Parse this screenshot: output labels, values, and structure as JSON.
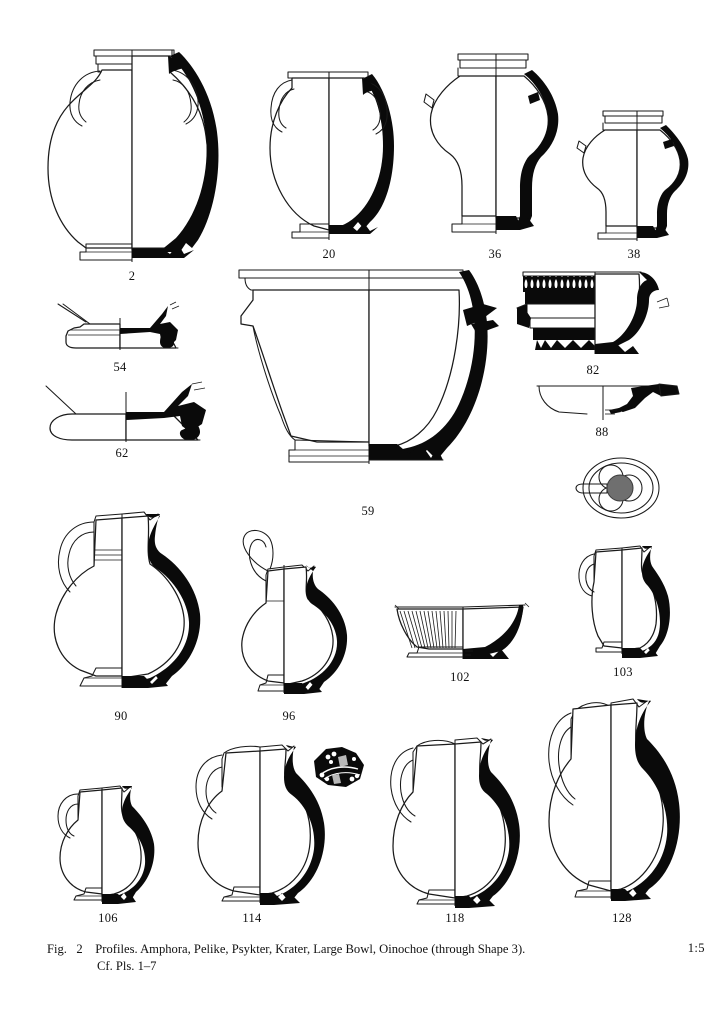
{
  "figure": {
    "number_prefix": "Fig.",
    "number": "2",
    "caption_line1": "Profiles. Amphora, Pelike, Psykter, Krater, Large Bowl, Oinochoe (through Shape 3).",
    "caption_line2": "Cf. Pls. 1–7",
    "scale": "1:5"
  },
  "vessels": [
    {
      "id": "v2",
      "label": "2",
      "shape": "amphora",
      "row": 1
    },
    {
      "id": "v20",
      "label": "20",
      "shape": "pelike",
      "row": 1
    },
    {
      "id": "v36",
      "label": "36",
      "shape": "psykter",
      "row": 1
    },
    {
      "id": "v38",
      "label": "38",
      "shape": "psykter",
      "row": 1
    },
    {
      "id": "v54",
      "label": "54",
      "shape": "foot-profile",
      "row": 2
    },
    {
      "id": "v59",
      "label": "59",
      "shape": "krater",
      "row": 2
    },
    {
      "id": "v82",
      "label": "82",
      "shape": "decorated-bowl",
      "row": 2
    },
    {
      "id": "v62",
      "label": "62",
      "shape": "foot-profile",
      "row": 3
    },
    {
      "id": "v88",
      "label": "88",
      "shape": "shallow-bowl",
      "row": 3
    },
    {
      "id": "v103top",
      "label": "",
      "shape": "trefoil-mouth-plan",
      "row": 3
    },
    {
      "id": "v90",
      "label": "90",
      "shape": "oinochoe",
      "row": 4
    },
    {
      "id": "v96",
      "label": "96",
      "shape": "oinochoe",
      "row": 4
    },
    {
      "id": "v102",
      "label": "102",
      "shape": "large-bowl",
      "row": 4
    },
    {
      "id": "v103",
      "label": "103",
      "shape": "oinochoe",
      "row": 4
    },
    {
      "id": "v106",
      "label": "106",
      "shape": "oinochoe",
      "row": 5
    },
    {
      "id": "v114",
      "label": "114",
      "shape": "oinochoe",
      "row": 5
    },
    {
      "id": "sherd",
      "label": "",
      "shape": "painted-sherd",
      "row": 5
    },
    {
      "id": "v118",
      "label": "118",
      "shape": "oinochoe",
      "row": 5
    },
    {
      "id": "v128",
      "label": "128",
      "shape": "oinochoe",
      "row": 5
    }
  ],
  "colors": {
    "ink": "#1a1a1a",
    "fill_black": "#0a0a0a",
    "background": "#ffffff"
  }
}
